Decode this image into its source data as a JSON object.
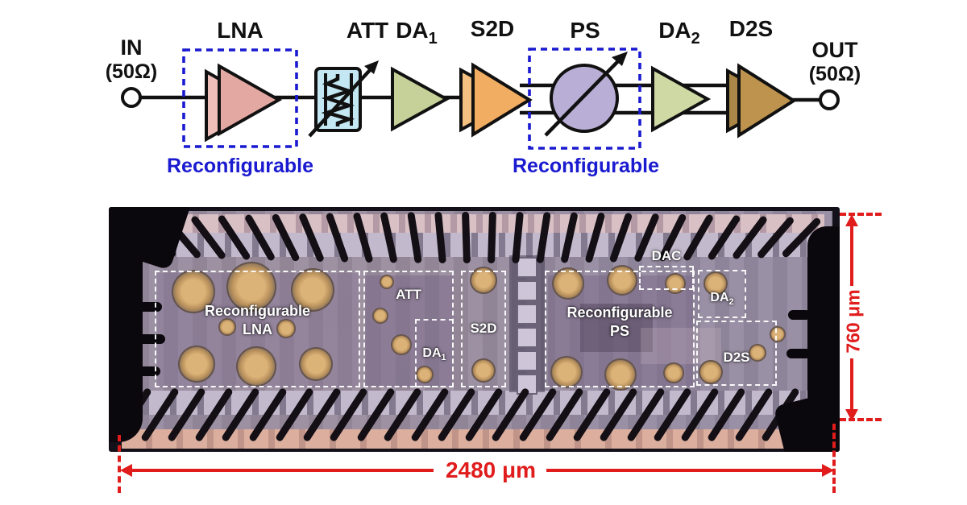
{
  "colors": {
    "accent_blue": "#1a1ad0",
    "accent_red": "#e01c1c",
    "lna_fill": "#e3a8a2",
    "att_fill": "#c3e8f3",
    "da1_fill": "#c6d199",
    "s2d_fill": "#f1ad62",
    "ps_fill": "#b9aed6",
    "da2_fill": "#cfd9a4",
    "d2s_fill": "#bd934d"
  },
  "diagram": {
    "in": {
      "label": "IN",
      "impedance": "(50Ω)"
    },
    "out": {
      "label": "OUT",
      "impedance": "(50Ω)"
    },
    "blocks": [
      {
        "id": "lna",
        "label": "LNA",
        "type": "amplifier-pair",
        "reconfigurable": true
      },
      {
        "id": "att",
        "label": "ATT",
        "type": "variable-attenuator"
      },
      {
        "id": "da1",
        "label": "DA",
        "sub": "1",
        "type": "amplifier"
      },
      {
        "id": "s2d",
        "label": "S2D",
        "type": "amplifier-pair"
      },
      {
        "id": "ps",
        "label": "PS",
        "type": "variable-phase-shifter",
        "reconfigurable": true
      },
      {
        "id": "da2",
        "label": "DA",
        "sub": "2",
        "type": "amplifier"
      },
      {
        "id": "d2s",
        "label": "D2S",
        "type": "amplifier-pair"
      }
    ],
    "reconfigurable_label": "Reconfigurable"
  },
  "micrograph": {
    "regions": {
      "lna": {
        "line1": "Reconfigurable",
        "line2": "LNA"
      },
      "att": {
        "label": "ATT"
      },
      "da1": {
        "label": "DA",
        "sub": "1"
      },
      "s2d": {
        "label": "S2D"
      },
      "ps": {
        "line1": "Reconfigurable",
        "line2": "PS"
      },
      "dac": {
        "label": "DAC"
      },
      "da2": {
        "label": "DA",
        "sub": "2"
      },
      "d2s": {
        "label": "D2S"
      }
    },
    "dimensions": {
      "width": "2480 μm",
      "height": "760 μm"
    }
  }
}
